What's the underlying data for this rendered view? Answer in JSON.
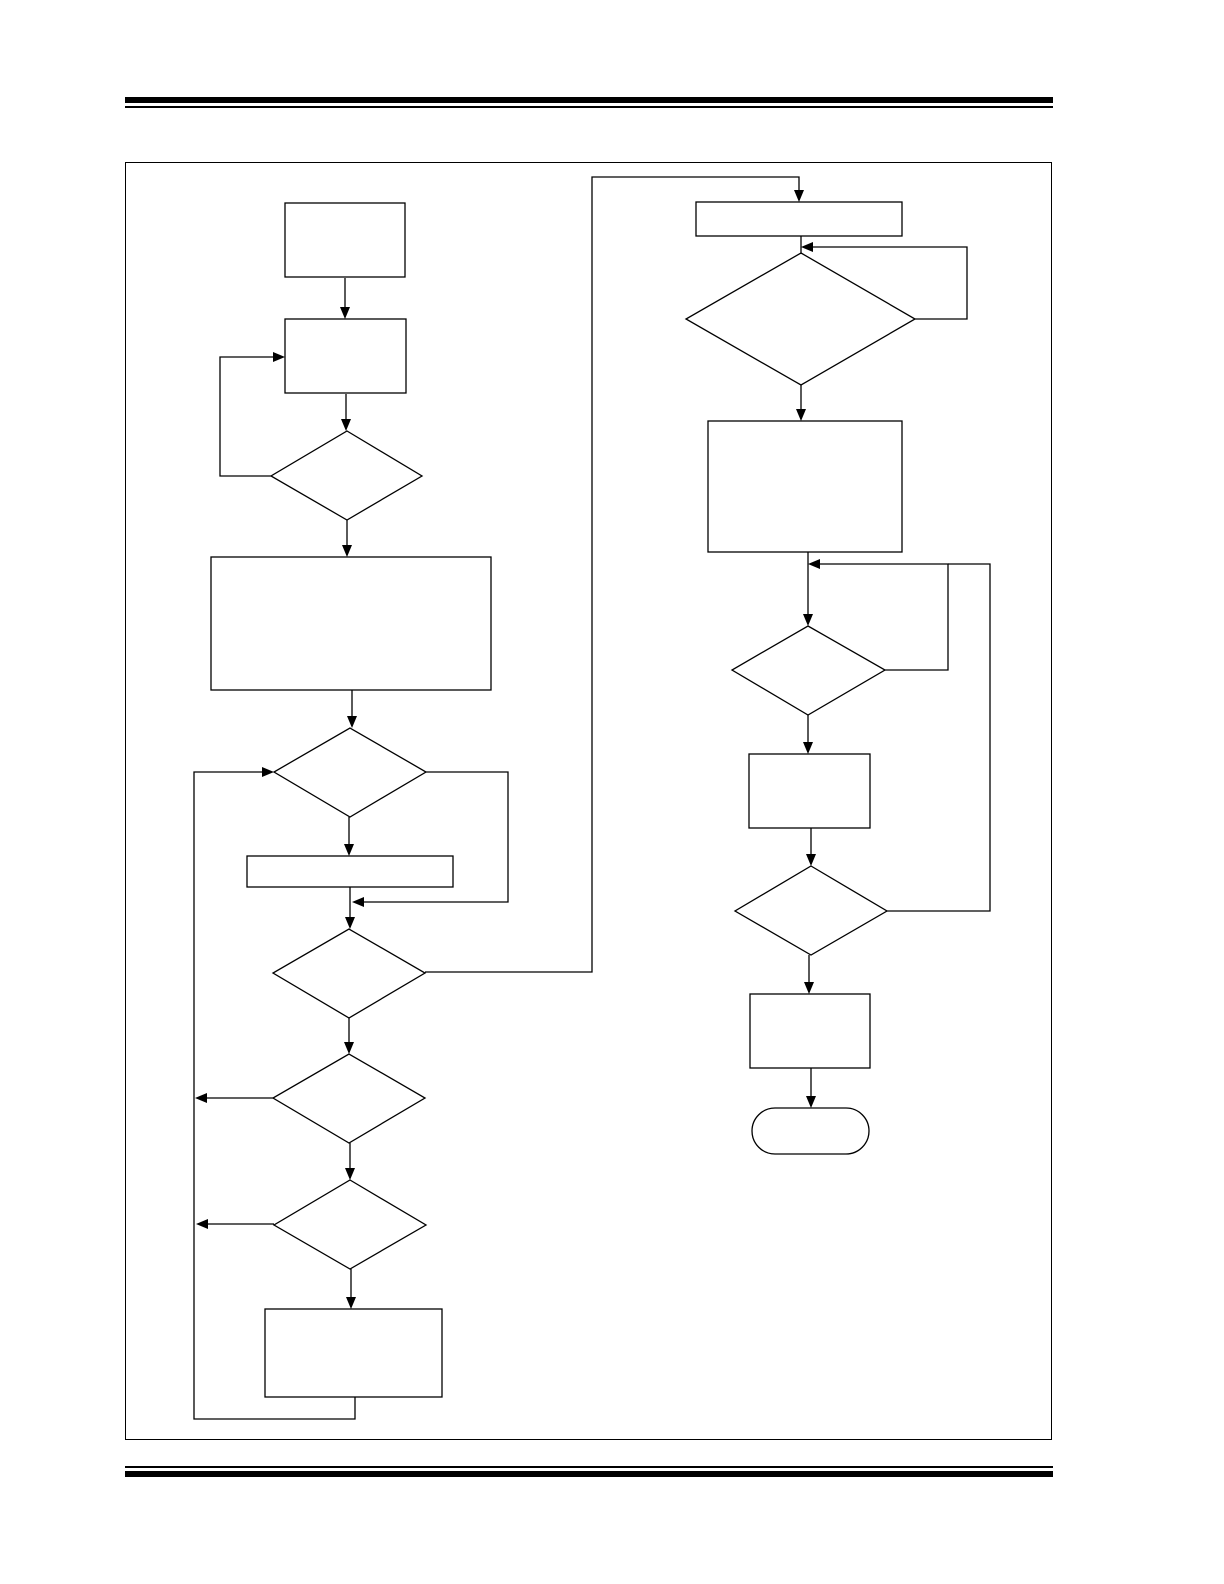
{
  "page": {
    "header_rule": "double-rule",
    "footer_rule": "double-rule"
  },
  "diagram": {
    "type": "flowchart",
    "nodes": [
      {
        "id": "n1",
        "shape": "process",
        "label": ""
      },
      {
        "id": "n2",
        "shape": "process",
        "label": ""
      },
      {
        "id": "d1",
        "shape": "decision",
        "label": ""
      },
      {
        "id": "n3",
        "shape": "process",
        "label": ""
      },
      {
        "id": "d2",
        "shape": "decision",
        "label": ""
      },
      {
        "id": "n4",
        "shape": "process",
        "label": ""
      },
      {
        "id": "d3",
        "shape": "decision",
        "label": ""
      },
      {
        "id": "d4",
        "shape": "decision",
        "label": ""
      },
      {
        "id": "d5",
        "shape": "decision",
        "label": ""
      },
      {
        "id": "n5",
        "shape": "process",
        "label": ""
      },
      {
        "id": "r1",
        "shape": "process",
        "label": ""
      },
      {
        "id": "rd1",
        "shape": "decision",
        "label": ""
      },
      {
        "id": "r2",
        "shape": "process",
        "label": ""
      },
      {
        "id": "rd2",
        "shape": "decision",
        "label": ""
      },
      {
        "id": "r3",
        "shape": "process",
        "label": ""
      },
      {
        "id": "rd3",
        "shape": "decision",
        "label": ""
      },
      {
        "id": "r4",
        "shape": "process",
        "label": ""
      },
      {
        "id": "end",
        "shape": "terminator",
        "label": ""
      }
    ],
    "edges": [
      {
        "from": "n1",
        "to": "n2"
      },
      {
        "from": "n2",
        "to": "d1"
      },
      {
        "from": "d1",
        "to": "n2"
      },
      {
        "from": "d1",
        "to": "n3"
      },
      {
        "from": "n3",
        "to": "d2"
      },
      {
        "from": "d2",
        "to": "n4"
      },
      {
        "from": "d2",
        "to": "d3"
      },
      {
        "from": "n4",
        "to": "d3"
      },
      {
        "from": "d3",
        "to": "d4"
      },
      {
        "from": "d3",
        "to": "r1"
      },
      {
        "from": "d4",
        "to": "d5"
      },
      {
        "from": "d4",
        "to": "d2"
      },
      {
        "from": "d5",
        "to": "n5"
      },
      {
        "from": "d5",
        "to": "d2"
      },
      {
        "from": "n5",
        "to": "d2"
      },
      {
        "from": "r1",
        "to": "rd1"
      },
      {
        "from": "rd1",
        "to": "rd1"
      },
      {
        "from": "rd1",
        "to": "r2"
      },
      {
        "from": "r2",
        "to": "rd2"
      },
      {
        "from": "rd2",
        "to": "rd2"
      },
      {
        "from": "rd2",
        "to": "r3"
      },
      {
        "from": "r3",
        "to": "rd3"
      },
      {
        "from": "rd3",
        "to": "rd2"
      },
      {
        "from": "rd3",
        "to": "r4"
      },
      {
        "from": "r4",
        "to": "end"
      }
    ]
  }
}
